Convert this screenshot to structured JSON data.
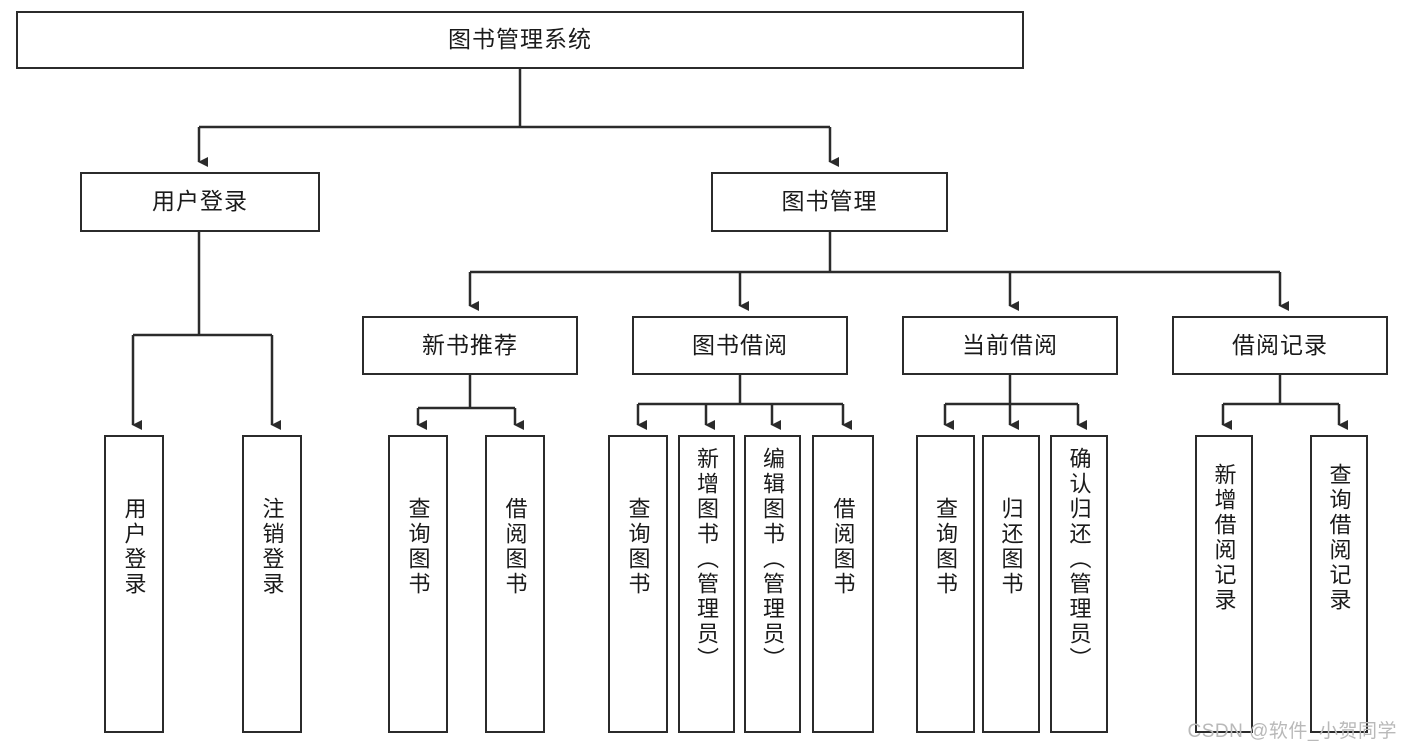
{
  "diagram": {
    "title": "图书管理系统",
    "type": "hierarchy-tree",
    "root": {
      "label": "图书管理系统"
    },
    "level1": [
      {
        "label": "用户登录"
      },
      {
        "label": "图书管理"
      }
    ],
    "level2": [
      {
        "label": "新书推荐",
        "parent": "图书管理"
      },
      {
        "label": "图书借阅",
        "parent": "图书管理"
      },
      {
        "label": "当前借阅",
        "parent": "图书管理"
      },
      {
        "label": "借阅记录",
        "parent": "图书管理"
      }
    ],
    "leaves": {
      "user_login": [
        {
          "label": "用户登录"
        },
        {
          "label": "注销登录"
        }
      ],
      "new_book_recommend": [
        {
          "label": "查询图书"
        },
        {
          "label": "借阅图书"
        }
      ],
      "book_borrow": [
        {
          "label": "查询图书"
        },
        {
          "label": "新增图书（管理员）"
        },
        {
          "label": "编辑图书（管理员）"
        },
        {
          "label": "借阅图书"
        }
      ],
      "current_borrow": [
        {
          "label": "查询图书"
        },
        {
          "label": "归还图书"
        },
        {
          "label": "确认归还（管理员）"
        }
      ],
      "borrow_record": [
        {
          "label": "新增借阅记录"
        },
        {
          "label": "查询借阅记录"
        }
      ]
    }
  },
  "watermark": {
    "text": "CSDN @软件_小贺同学"
  },
  "colors": {
    "stroke": "#2b2b2b",
    "background": "#ffffff",
    "text": "#1a1a1a",
    "watermark": "#b9b9b9"
  }
}
